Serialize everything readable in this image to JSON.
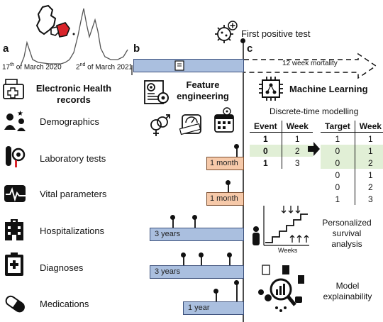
{
  "dates": {
    "start": "17th of March 2020",
    "end": "2nd of March 2021",
    "start_day": "17",
    "start_suffix": "th",
    "start_rest": " of March 2020",
    "end_day": "2",
    "end_suffix": "nd",
    "end_rest": " of March 2021"
  },
  "panels": {
    "a": "a",
    "b": "b",
    "c": "c"
  },
  "header": {
    "first_positive": "First positive test",
    "mortality": "12 week mortality"
  },
  "panel_a": {
    "title_line1": "Electronic Health",
    "title_line2": "records",
    "categories": [
      "Demographics",
      "Laboratory tests",
      "Vital parameters",
      "Hospitalizations",
      "Diagnoses",
      "Medications"
    ]
  },
  "panel_b": {
    "title_line1": "Feature",
    "title_line2": "engineering",
    "windows": [
      "1 month",
      "1 month",
      "3 years",
      "3 years",
      "1 year"
    ]
  },
  "panel_c": {
    "title": "Machine Learning",
    "subtitle": "Discrete-time modelling",
    "table1": {
      "headers": [
        "Event",
        "Week"
      ],
      "rows": [
        [
          "1",
          "1"
        ],
        [
          "0",
          "2"
        ],
        [
          "1",
          "3"
        ]
      ]
    },
    "table2": {
      "headers": [
        "Target",
        "Week"
      ],
      "rows": [
        [
          "1",
          "1"
        ],
        [
          "0",
          "1"
        ],
        [
          "0",
          "2"
        ],
        [
          "0",
          "1"
        ],
        [
          "0",
          "2"
        ],
        [
          "1",
          "3"
        ]
      ]
    },
    "survival_line1": "Personalized",
    "survival_line2": "survival",
    "survival_line3": "analysis",
    "weeks_label": "Weeks",
    "explain_line1": "Model",
    "explain_line2": "explainability"
  },
  "colors": {
    "bar_blue": "#aabfdf",
    "bar_orange": "#f6c9a9",
    "highlight_green": "#e1efd6",
    "denmark_red": "#d9242a"
  },
  "icons": [
    "denmark-map-icon",
    "virus-icon",
    "ehr-icon",
    "demographics-icon",
    "test-tube-icon",
    "vital-wave-icon",
    "hospital-icon",
    "clipboard-icon",
    "pill-icon",
    "feature-doc-icon",
    "gender-icon",
    "scale-icon",
    "calendar-icon",
    "ml-chip-icon",
    "arrow-right-icon",
    "survival-person-icon",
    "staircase-icon",
    "explain-magnifier-icon"
  ]
}
